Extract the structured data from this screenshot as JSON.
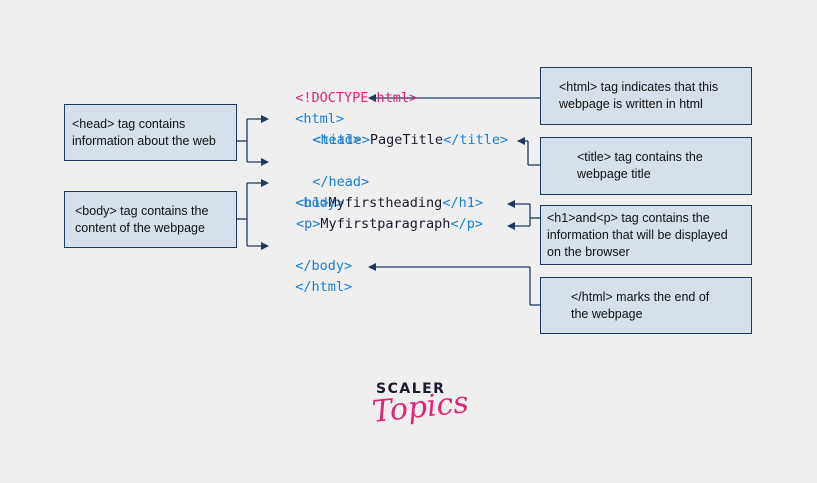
{
  "code": {
    "doctype": "<!DOCTYPE html>",
    "html_open": "<html>",
    "head_open": "<head>",
    "title_open": "<title>",
    "title_text": "PageTitle",
    "title_close": "</title>",
    "head_close": "</head>",
    "body_open": "<body>",
    "h1_open": "<h1>",
    "h1_text": "Myfirstheading",
    "h1_close": "</h1>",
    "p_open": "<p>",
    "p_text": "Myfirstparagraph",
    "p_close": "</p>",
    "body_close": "</body>",
    "html_close": "</html>"
  },
  "annotations": {
    "head": "<head> tag contains information about the web",
    "body": "<body> tag contains the content of the webpage",
    "html": "<html> tag indicates that this webpage is written in html",
    "title": "<title> tag contains the webpage title",
    "h1p": "<h1>and<p> tag contains the information that will be displayed on the browser",
    "html_end": "</html> marks the end of the webpage"
  },
  "logo": {
    "line1": "SCALER",
    "line2": "Topics"
  },
  "colors": {
    "background": "#efefef",
    "tag": "#1a7fd4",
    "doctype": "#e0247a",
    "box_fill": "#d6e0ea",
    "box_border": "#1f3a5f",
    "arrow": "#1f3a5f"
  }
}
